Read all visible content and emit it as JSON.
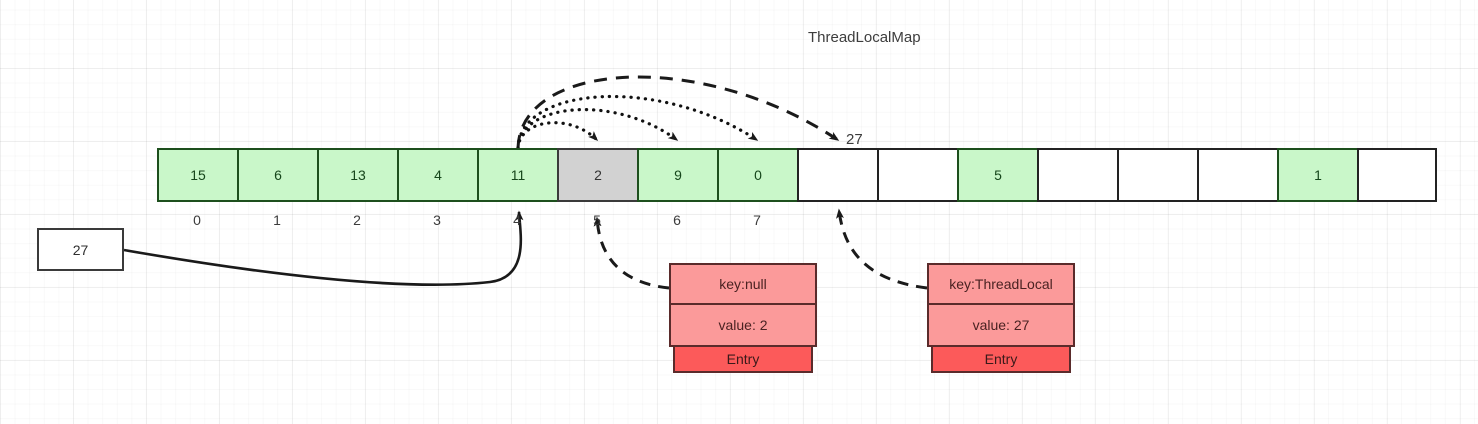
{
  "diagram": {
    "title": "ThreadLocalMap",
    "probe_label": "27"
  },
  "array": {
    "cells": [
      {
        "value": "15",
        "state": "green"
      },
      {
        "value": "6",
        "state": "green"
      },
      {
        "value": "13",
        "state": "green"
      },
      {
        "value": "4",
        "state": "green"
      },
      {
        "value": "11",
        "state": "green"
      },
      {
        "value": "2",
        "state": "gray"
      },
      {
        "value": "9",
        "state": "green"
      },
      {
        "value": "0",
        "state": "green"
      },
      {
        "value": "",
        "state": "empty"
      },
      {
        "value": "",
        "state": "empty"
      },
      {
        "value": "5",
        "state": "green"
      },
      {
        "value": "",
        "state": "empty"
      },
      {
        "value": "",
        "state": "empty"
      },
      {
        "value": "",
        "state": "empty"
      },
      {
        "value": "1",
        "state": "green"
      },
      {
        "value": "",
        "state": "empty"
      }
    ],
    "indices": [
      "0",
      "1",
      "2",
      "3",
      "4",
      "5",
      "6",
      "7"
    ]
  },
  "input_box": {
    "value": "27"
  },
  "entries": [
    {
      "id": "entry-null",
      "key": "key:null",
      "value": "value: 2",
      "label": "Entry"
    },
    {
      "id": "entry-tl",
      "key": "key:ThreadLocal",
      "value": "value: 27",
      "label": "Entry"
    }
  ],
  "colors": {
    "cell_green_fill": "#c9f7c9",
    "cell_green_border": "#1d4f1d",
    "cell_gray_fill": "#d2d2d2",
    "entry_kv_fill": "#fb9a9a",
    "entry_label_fill": "#fc5a5a",
    "stroke": "#1a1a1a"
  }
}
